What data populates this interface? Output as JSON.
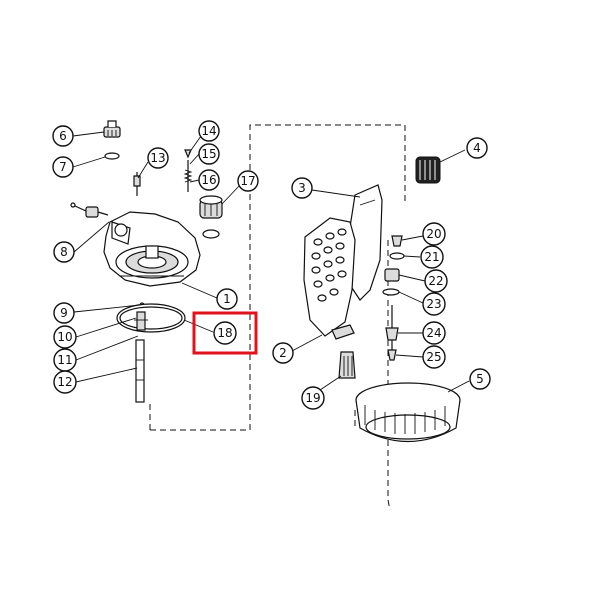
{
  "callouts": {
    "c1": "1",
    "c2": "2",
    "c3": "3",
    "c4": "4",
    "c5": "5",
    "c6": "6",
    "c7": "7",
    "c8": "8",
    "c9": "9",
    "c10": "10",
    "c11": "11",
    "c12": "12",
    "c13": "13",
    "c14": "14",
    "c15": "15",
    "c16": "16",
    "c17": "17",
    "c18": "18",
    "c19": "19",
    "c20": "20",
    "c21": "21",
    "c22": "22",
    "c23": "23",
    "c24": "24",
    "c25": "25"
  },
  "highlight": {
    "callout": "18",
    "color": "#e0121b"
  }
}
